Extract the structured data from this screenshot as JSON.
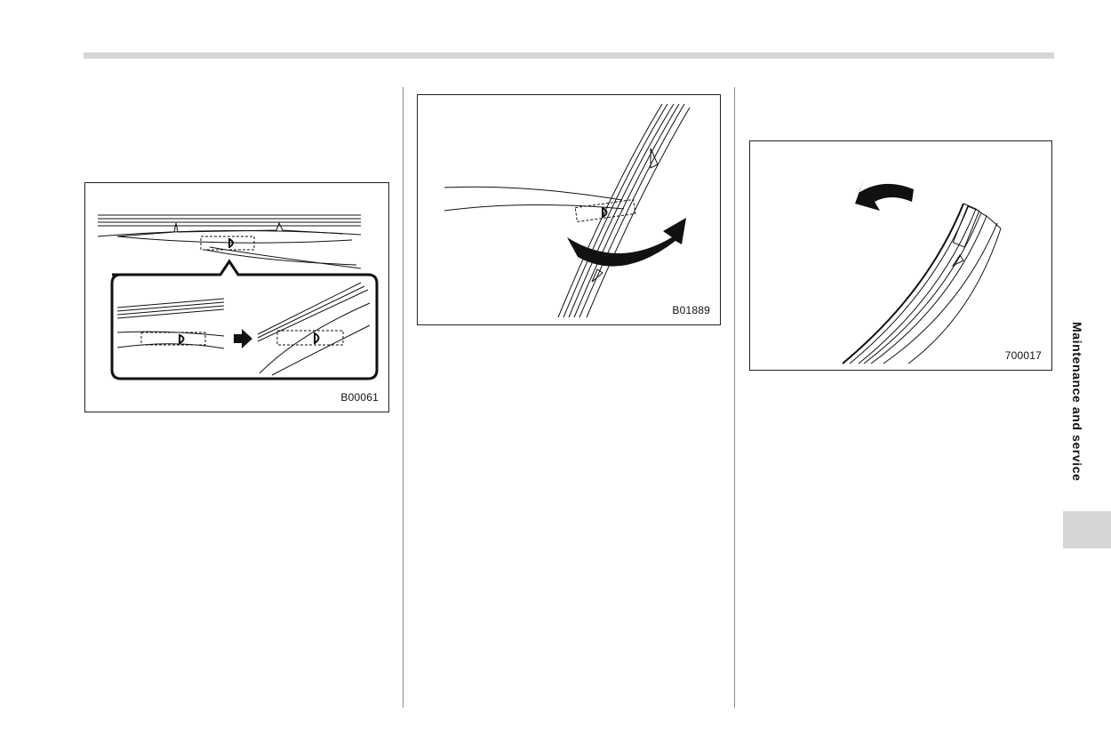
{
  "figures": [
    {
      "code": "B00061"
    },
    {
      "code": "B01889"
    },
    {
      "code": "700017"
    }
  ],
  "side_tab": {
    "label": "Maintenance and service"
  }
}
